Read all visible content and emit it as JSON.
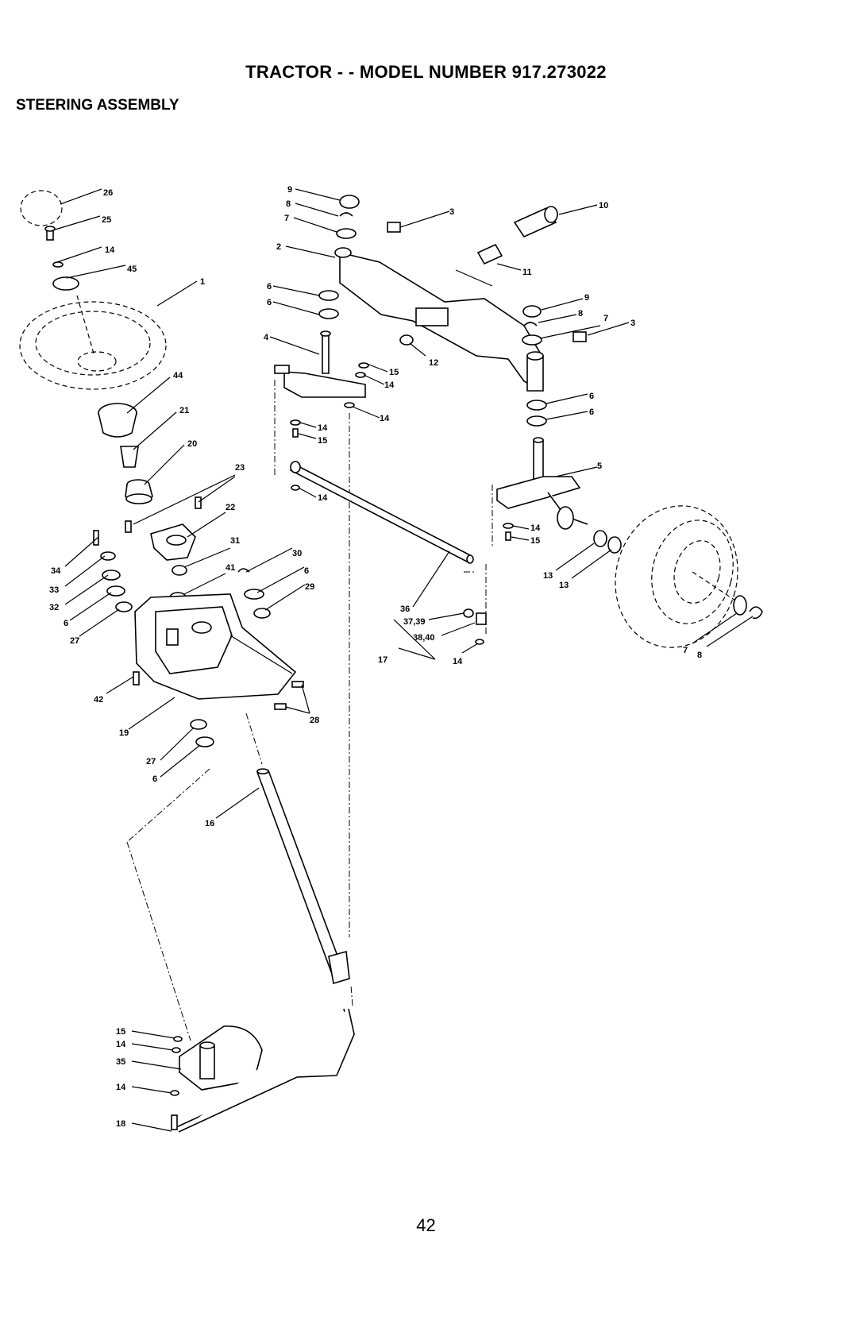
{
  "header": {
    "title": "TRACTOR - - MODEL NUMBER 917.273022",
    "subtitle": "STEERING ASSEMBLY"
  },
  "footer": {
    "page_number": "42"
  },
  "callouts": {
    "c26": "26",
    "c25": "25",
    "c14a": "14",
    "c45": "45",
    "c1": "1",
    "c44": "44",
    "c21": "21",
    "c20": "20",
    "c23": "23",
    "c22": "22",
    "c31": "31",
    "c41": "41",
    "c30": "30",
    "c6a": "6",
    "c29": "29",
    "c34": "34",
    "c33": "33",
    "c32": "32",
    "c6b": "6",
    "c27a": "27",
    "c42": "42",
    "c19": "19",
    "c28": "28",
    "c27b": "27",
    "c6c": "6",
    "c16": "16",
    "c15a": "15",
    "c14b": "14",
    "c35": "35",
    "c14c": "14",
    "c18": "18",
    "c9a": "9",
    "c8a": "8",
    "c7a": "7",
    "c3a": "3",
    "c10": "10",
    "c2": "2",
    "c11": "11",
    "c6d": "6",
    "c6e": "6",
    "c9b": "9",
    "c8b": "8",
    "c7b": "7",
    "c3b": "3",
    "c4": "4",
    "c12": "12",
    "c15b": "15",
    "c14d": "14",
    "c14e": "14",
    "c14f": "14",
    "c15c": "15",
    "c14g": "14",
    "c6f": "6",
    "c6g": "6",
    "c5": "5",
    "c14h": "14",
    "c15d": "15",
    "c13a": "13",
    "c13b": "13",
    "c36": "36",
    "c3739": "37,39",
    "c3840": "38,40",
    "c17": "17",
    "c14i": "14",
    "c7c": "7",
    "c8c": "8"
  }
}
